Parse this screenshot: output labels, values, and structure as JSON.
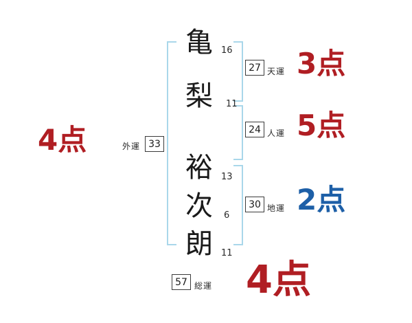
{
  "name_chars": [
    {
      "char": "亀",
      "strokes": "16"
    },
    {
      "char": "梨",
      "strokes": "11"
    },
    {
      "char": "裕",
      "strokes": "13"
    },
    {
      "char": "次",
      "strokes": "6"
    },
    {
      "char": "朗",
      "strokes": "11"
    }
  ],
  "fortunes": {
    "ten": {
      "label": "天運",
      "value": "27",
      "score": "3点"
    },
    "jin": {
      "label": "人運",
      "value": "24",
      "score": "5点"
    },
    "chi": {
      "label": "地運",
      "value": "30",
      "score": "2点"
    },
    "gai": {
      "label": "外運",
      "value": "33",
      "score": "4点"
    },
    "so": {
      "label": "総運",
      "value": "57",
      "score": "4点"
    }
  },
  "colors": {
    "score_red": "#b01e23",
    "score_blue": "#1d5fa7",
    "bracket_blue": "#a9d7ea"
  }
}
